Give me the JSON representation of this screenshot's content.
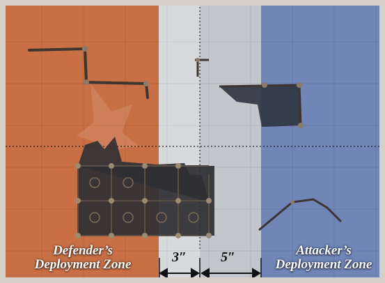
{
  "zones": {
    "defender": {
      "line1": "Defender’s",
      "line2": "Deployment Zone",
      "color": "#c96f45"
    },
    "attacker": {
      "line1": "Attacker’s",
      "line2": "Deployment Zone",
      "color": "#6f86b6"
    },
    "no_mans_land_color": "#d8d9dd"
  },
  "measurements": {
    "first": "3″",
    "second": "5″"
  },
  "terrain": {
    "ruin_color": "#2f2f33",
    "wall_color": "#3d3530"
  }
}
